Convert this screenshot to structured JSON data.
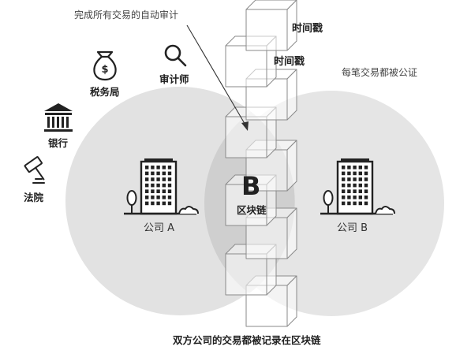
{
  "annotation": {
    "audit_note": "完成所有交易的自动审计"
  },
  "timestamps": {
    "label_1": "时间戳",
    "label_2": "时间戳"
  },
  "notary_note": "每笔交易都被公证",
  "stakeholders": {
    "tax_bureau": "税务局",
    "auditor": "审计师",
    "bank": "银行",
    "court": "法院"
  },
  "companies": {
    "a": "公司 A",
    "b": "公司 B"
  },
  "blockchain": {
    "logo_letter": "B",
    "label": "区块链"
  },
  "caption": "双方公司的交易都被记录在区块链",
  "colors": {
    "circle_fill": "#e2e2e2",
    "overlap_fill": "#cfcfcf",
    "cube_stroke": "#8a8a8a",
    "icon_stroke": "#222222",
    "note_text": "#444444"
  },
  "icons": [
    "money-bag-icon",
    "magnifier-icon",
    "bank-icon",
    "gavel-icon",
    "building-icon",
    "tree-icon",
    "bush-icon",
    "blockchain-cube-icon"
  ]
}
